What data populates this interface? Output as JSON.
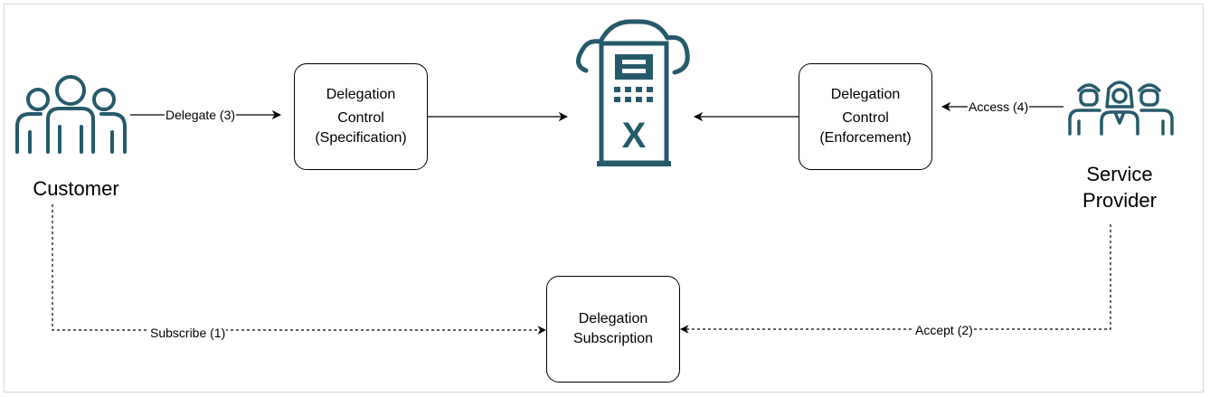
{
  "colors": {
    "icon": "#255a6b",
    "line": "#000000"
  },
  "nodes": {
    "customer": {
      "label": "Customer",
      "icon": "group-of-people-icon"
    },
    "service_provider": {
      "label_line1": "Service",
      "label_line2": "Provider",
      "icon": "group-of-workers-icon"
    },
    "spec_box": {
      "line1": "Delegation",
      "line2": "Control",
      "line3": "(Specification)"
    },
    "enforce_box": {
      "line1": "Delegation",
      "line2": "Control",
      "line3": "(Enforcement)"
    },
    "subscription_box": {
      "line1": "Delegation",
      "line2": "Subscription"
    },
    "central": {
      "icon": "cloud-terminal-icon",
      "glyph": "X"
    }
  },
  "edges": {
    "delegate": "Delegate (3)",
    "access": "Access (4)",
    "subscribe": "Subscribe (1)",
    "accept": "Accept (2)"
  }
}
